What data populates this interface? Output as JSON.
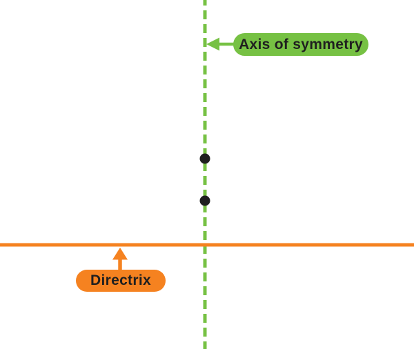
{
  "colors": {
    "green": "#76C143",
    "orange": "#F58220",
    "ink": "#1F1F1F",
    "background": "#FFFFFF"
  },
  "callouts": {
    "axis_of_symmetry": {
      "label": "Axis of symmetry"
    },
    "directrix": {
      "label": "Directrix"
    }
  },
  "diagram": {
    "axis_line": {
      "orientation": "vertical",
      "style": "dashed",
      "color": "#76C143"
    },
    "directrix_line": {
      "orientation": "horizontal",
      "style": "solid",
      "color": "#F58220"
    },
    "points_on_axis": [
      {
        "position": "upper"
      },
      {
        "position": "lower"
      }
    ]
  }
}
